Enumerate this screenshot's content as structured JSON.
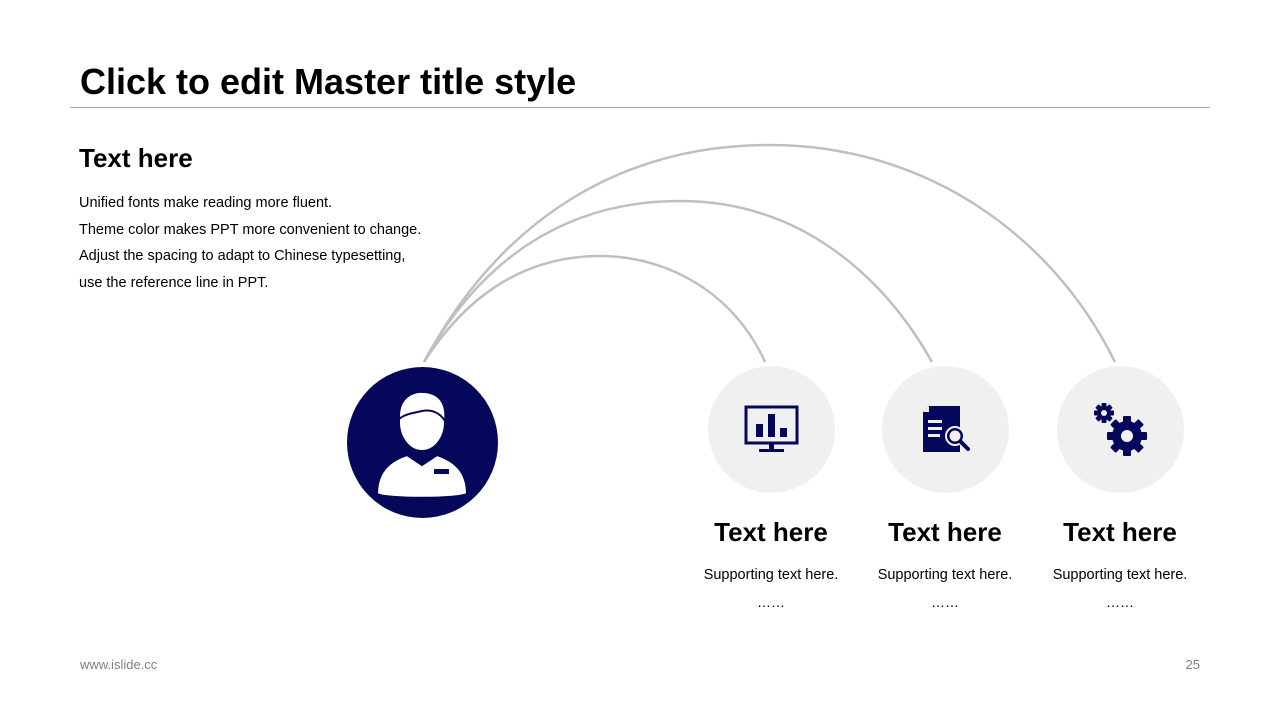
{
  "slide": {
    "title": "Click to edit Master title style"
  },
  "intro": {
    "heading": "Text here",
    "lines": [
      "Unified fonts make reading more fluent.",
      "Theme color makes PPT more convenient to change.",
      "Adjust the spacing to adapt to Chinese typesetting,",
      "use the reference line in PPT."
    ]
  },
  "colors": {
    "accent": "#05075a",
    "circle_bg": "#f0f0f0",
    "arc": "#bfbfbf",
    "rule": "#a6a6a6",
    "footer_text": "#7f7f7f"
  },
  "center": {
    "icon": "user-avatar-icon"
  },
  "features": [
    {
      "icon": "monitor-chart-icon",
      "title": "Text here",
      "subtitle": "Supporting text here.",
      "dots": "……"
    },
    {
      "icon": "document-search-icon",
      "title": "Text here",
      "subtitle": "Supporting text here.",
      "dots": "……"
    },
    {
      "icon": "gears-icon",
      "title": "Text here",
      "subtitle": "Supporting text here.",
      "dots": "……"
    }
  ],
  "footer": {
    "url": "www.islide.cc",
    "page": "25"
  }
}
